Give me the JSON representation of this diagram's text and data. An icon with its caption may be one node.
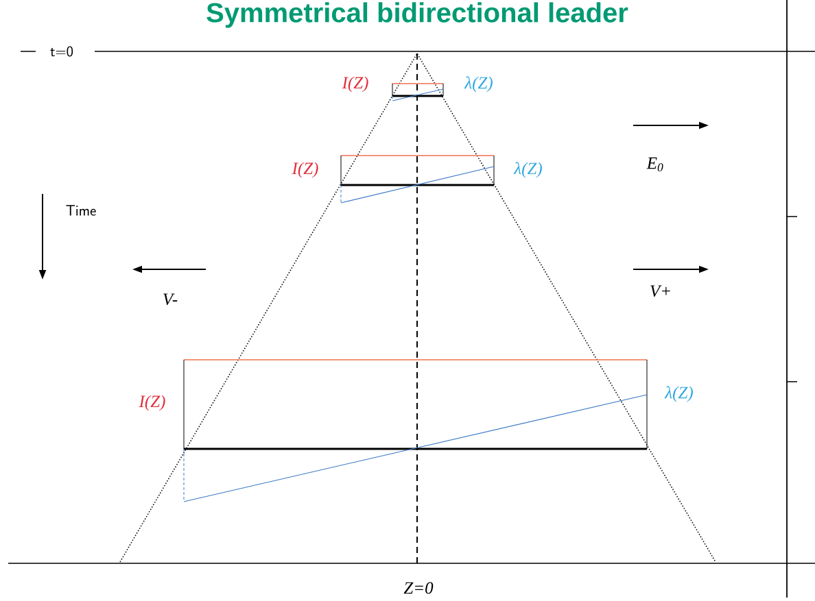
{
  "diagram": {
    "title": "Symmetrical bidirectional leader",
    "labels": [
      "t=0",
      "I(Z)",
      "λ(Z)",
      "I(Z)",
      "λ(Z)",
      "E$_{0}$",
      "Time",
      "V-",
      "V+",
      "I(Z)",
      "λ(Z)",
      "Z=0"
    ]
  }
}
